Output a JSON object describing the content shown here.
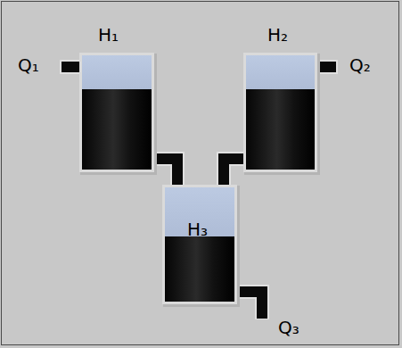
{
  "diagram": {
    "nodes": [
      {
        "text": [
          "H₁"
        ]
      },
      {
        "text": [
          "H₂"
        ]
      },
      {
        "text": [
          "H₃"
        ]
      }
    ],
    "edges": [
      {
        "from": 0,
        "to": 2,
        "arrow": "none"
      },
      {
        "from": 1,
        "to": 2,
        "arrow": "none"
      }
    ],
    "labels": [
      "Q₁",
      "Q₂",
      "Q₃"
    ]
  }
}
